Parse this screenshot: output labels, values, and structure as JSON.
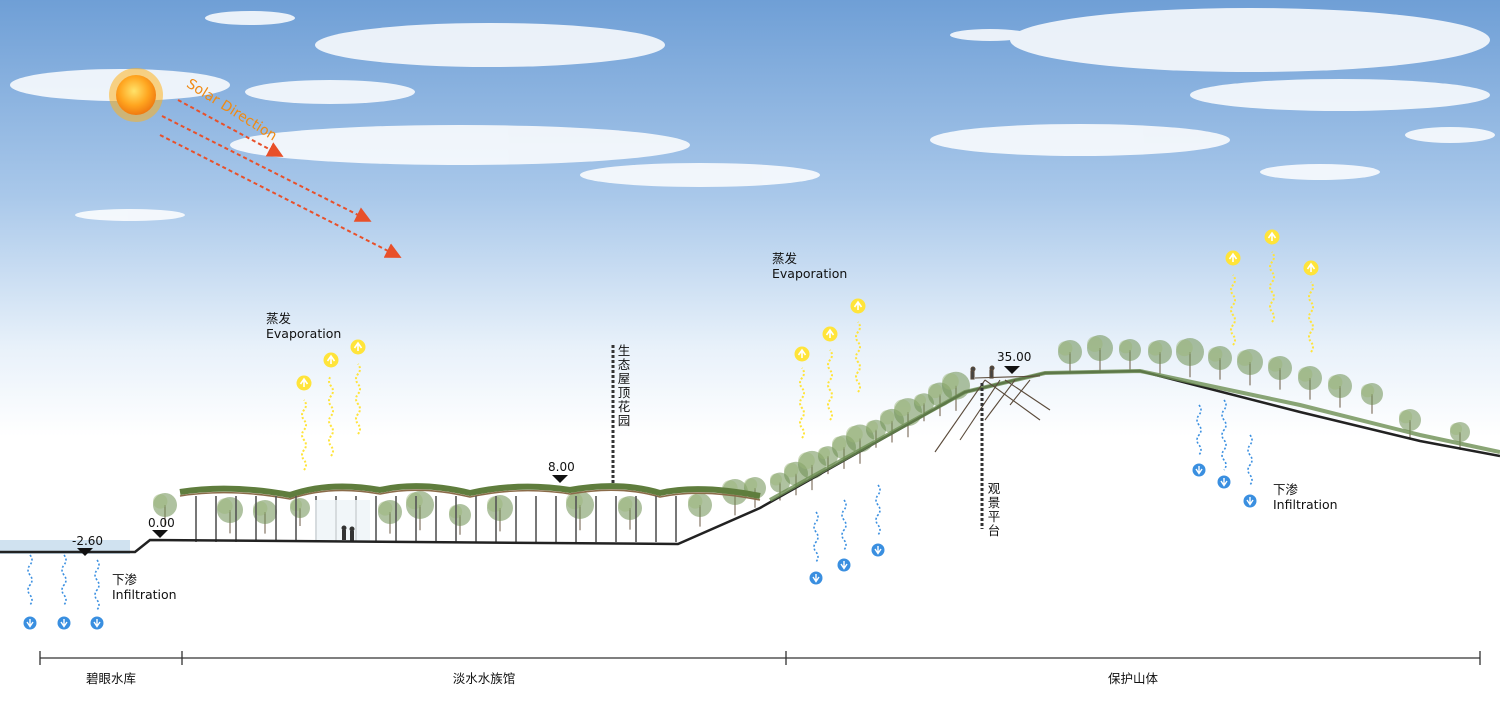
{
  "solar": {
    "label": "Solar Direction",
    "color": "#f08a12",
    "arrow_color": "#e8502a"
  },
  "evaporation": [
    {
      "cn": "蒸发",
      "en": "Evaporation"
    },
    {
      "cn": "蒸发",
      "en": "Evaporation"
    }
  ],
  "infiltration": [
    {
      "cn": "下渗",
      "en": "Infiltration"
    },
    {
      "cn": "下渗",
      "en": "Infiltration"
    }
  ],
  "elevations": [
    "-2.60",
    "0.00",
    "8.00",
    "35.00"
  ],
  "vertical_labels": {
    "roof_garden": "生态屋顶花园",
    "platform": "观景平台"
  },
  "zones": [
    "碧眼水库",
    "淡水水族馆",
    "保护山体"
  ],
  "colors": {
    "evaporation": "#ffe43a",
    "infiltration": "#3a8fe0",
    "vegetation": "#6d8f52",
    "sky": "#8fb6e0"
  }
}
